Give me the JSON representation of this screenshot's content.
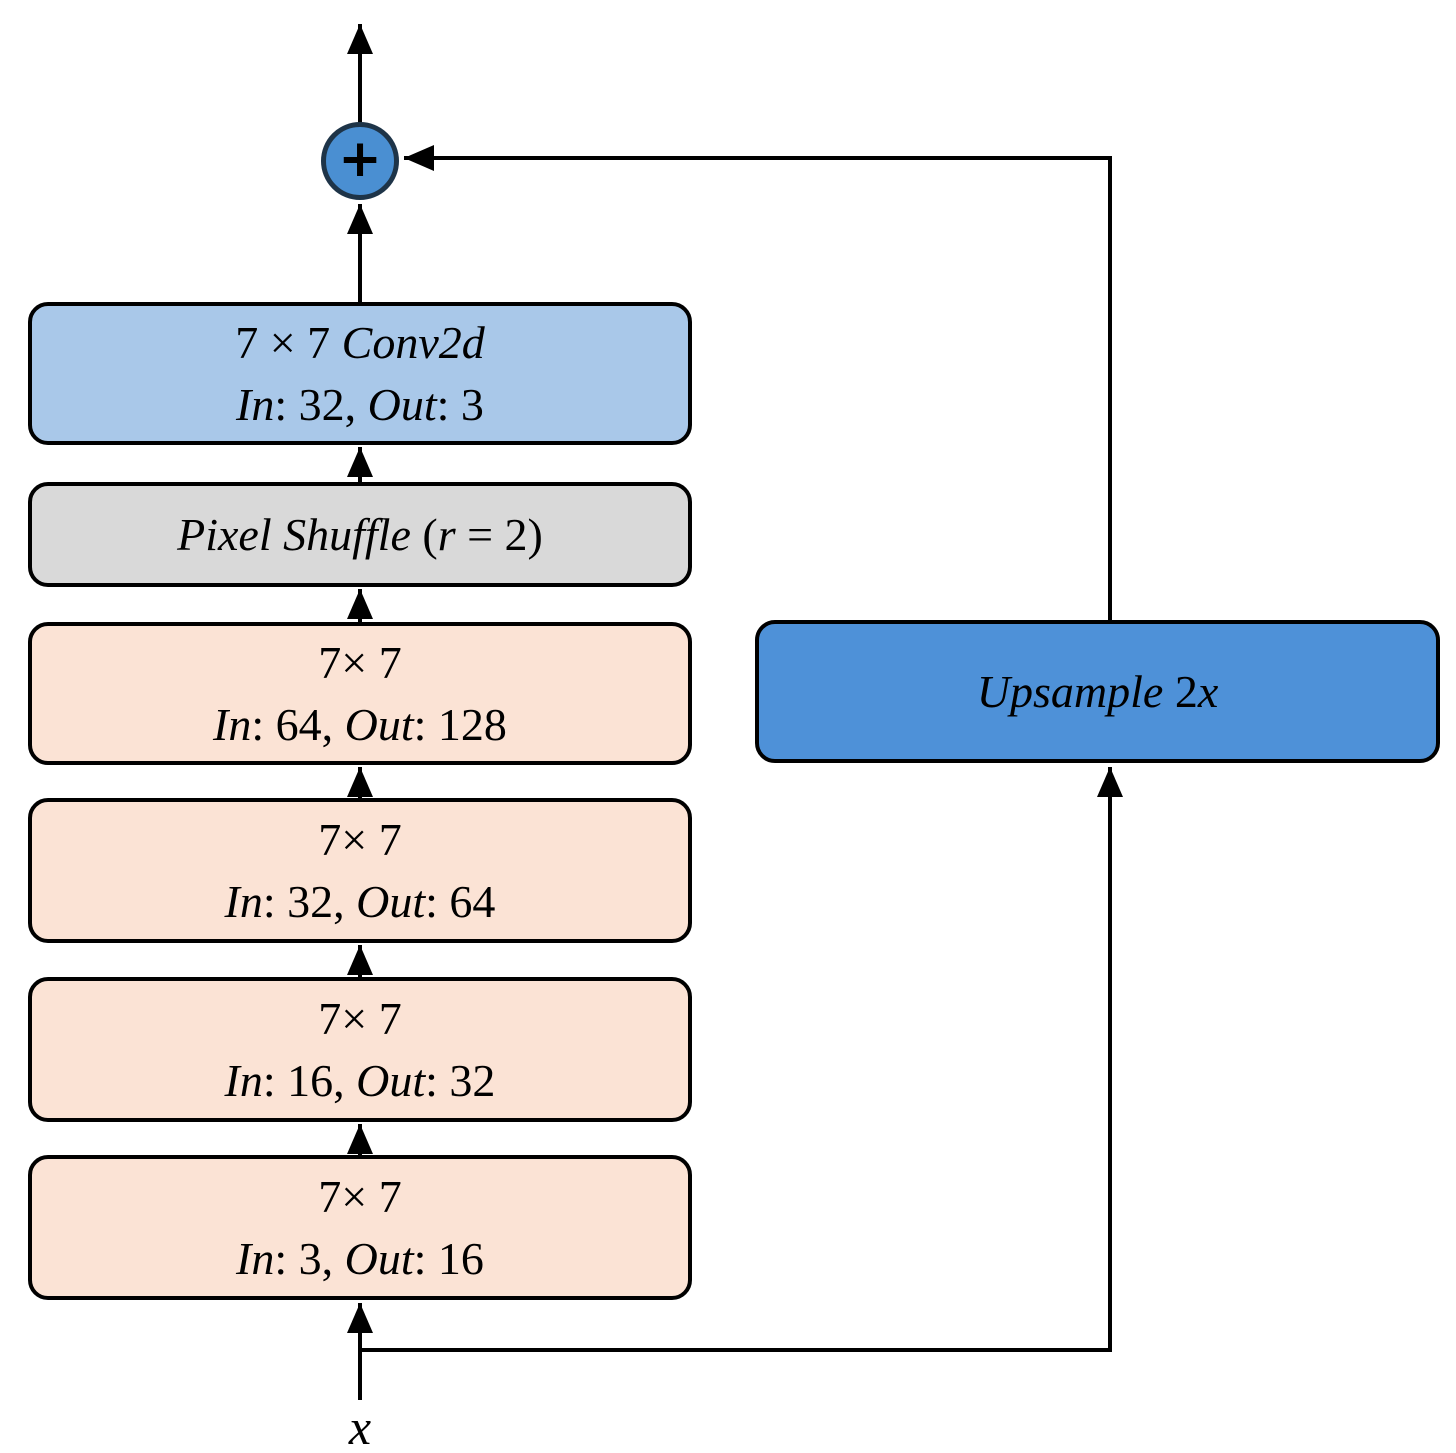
{
  "diagram": {
    "input_label": "x",
    "sum_symbol": "+",
    "colors": {
      "conv_block_fill": "#FBE3D5",
      "output_conv_fill": "#A9C8E9",
      "pixel_shuffle_fill": "#D9D9D9",
      "upsample_fill": "#4E91D8",
      "sum_node_fill": "#4A8FD2",
      "sum_node_border": "#1E3448",
      "wire_color": "#000000"
    },
    "blocks": {
      "conv1": {
        "line1_num": "7× 7",
        "line2_in": "In",
        "line2_a": ": 3, ",
        "line2_out": "Out",
        "line2_b": ": 16"
      },
      "conv2": {
        "line1_num": "7× 7",
        "line2_in": "In",
        "line2_a": ": 16, ",
        "line2_out": "Out",
        "line2_b": ": 32"
      },
      "conv3": {
        "line1_num": "7× 7",
        "line2_in": "In",
        "line2_a": ": 32, ",
        "line2_out": "Out",
        "line2_b": ": 64"
      },
      "conv4": {
        "line1_num": "7× 7",
        "line2_in": "In",
        "line2_a": ": 64, ",
        "line2_out": "Out",
        "line2_b": ": 128"
      },
      "shuffle": {
        "line1_words": "Pixel Shuffle ",
        "line1_paren": "(",
        "line1_r": "r",
        "line1_rest": " = 2)"
      },
      "conv_out": {
        "line1_num": "7 × 7 ",
        "line1_word": "Conv2d",
        "line2_in": "In",
        "line2_a": ": 32, ",
        "line2_out": "Out",
        "line2_b": ": 3"
      },
      "upsample": {
        "line1_word": "Upsample ",
        "line1_num": "2",
        "line1_x": "x"
      }
    }
  }
}
